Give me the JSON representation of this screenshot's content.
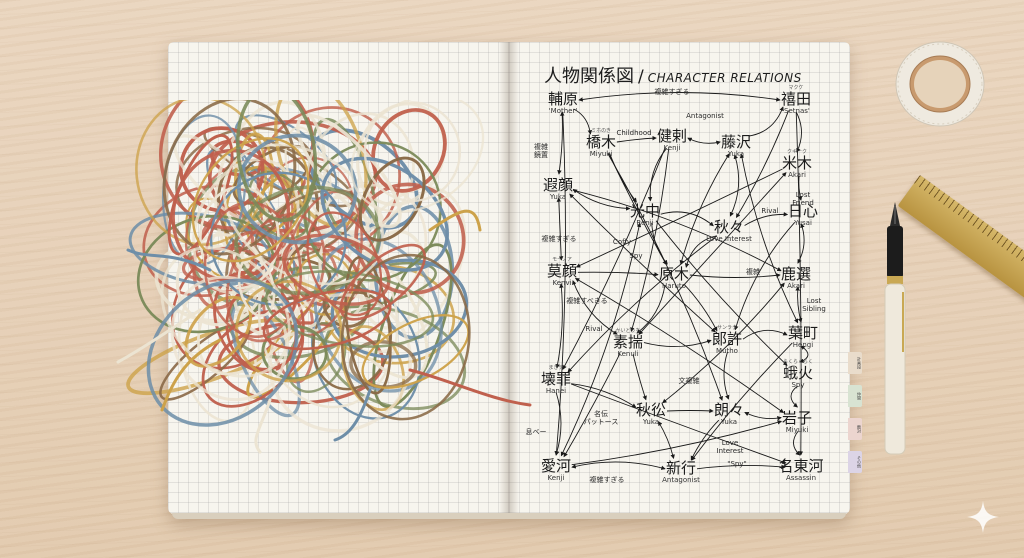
{
  "title": {
    "japanese": "人物関係図",
    "separator": "/",
    "english": "CHARACTER RELATIONS"
  },
  "nodes": [
    {
      "id": "n1",
      "kanji": "輔原",
      "roman": "'Mother'",
      "ruby": ""
    },
    {
      "id": "n2",
      "kanji": "橋木",
      "roman": "Miyuki",
      "ruby": "ミホのき"
    },
    {
      "id": "n3",
      "kanji": "健剌",
      "roman": "Kenji",
      "ruby": ""
    },
    {
      "id": "n4",
      "kanji": "藤沢",
      "roman": "Yuka",
      "ruby": ""
    },
    {
      "id": "n5",
      "kanji": "禧田",
      "roman": "'Setnas'",
      "ruby": "マクケ"
    },
    {
      "id": "n6",
      "kanji": "米木",
      "roman": "Akari",
      "ruby": "クキーク"
    },
    {
      "id": "n7",
      "kanji": "遐顔",
      "roman": "Yuka",
      "ruby": ""
    },
    {
      "id": "n8",
      "kanji": "光中",
      "roman": "Renji",
      "ruby": ""
    },
    {
      "id": "n9",
      "kanji": "秋々",
      "roman": "Love Interest",
      "ruby": ""
    },
    {
      "id": "n10",
      "kanji": "日心",
      "roman": "Yusai",
      "ruby": ""
    },
    {
      "id": "n11",
      "kanji": "莫顔",
      "roman": "Kenvi",
      "ruby": "モーノア"
    },
    {
      "id": "n12",
      "kanji": "原木",
      "roman": "Haruto",
      "ruby": ""
    },
    {
      "id": "n13",
      "kanji": "鹿選",
      "roman": "Akari",
      "ruby": ""
    },
    {
      "id": "n14",
      "kanji": "素揣",
      "roman": "Kenuli",
      "ruby": "かいとうち"
    },
    {
      "id": "n15",
      "kanji": "郞許",
      "roman": "Mutho",
      "ruby": "サンラク"
    },
    {
      "id": "n16",
      "kanji": "葉町",
      "roman": "Hengi",
      "ruby": ""
    },
    {
      "id": "n17",
      "kanji": "壊罪",
      "roman": "Hanei",
      "ruby": "まきデ"
    },
    {
      "id": "n18",
      "kanji": "蛾火",
      "roman": "Spy",
      "ruby": "らくらくらく"
    },
    {
      "id": "n19",
      "kanji": "秋彸",
      "roman": "Yuka",
      "ruby": ""
    },
    {
      "id": "n20",
      "kanji": "朗々",
      "roman": "Yuka",
      "ruby": ""
    },
    {
      "id": "n21",
      "kanji": "岩子",
      "roman": "Miyuki",
      "ruby": ""
    },
    {
      "id": "n22",
      "kanji": "愛河",
      "roman": "Kenji",
      "ruby": ""
    },
    {
      "id": "n23",
      "kanji": "新行",
      "roman": "Antagonist",
      "ruby": ""
    },
    {
      "id": "n24",
      "kanji": "名東河",
      "roman": "Assassin",
      "ruby": ""
    }
  ],
  "edge_labels": [
    "複雑すぎる",
    "Antagonist",
    "Childhood",
    "複雑\n鏡置",
    "Rival",
    "Lost\nFriend",
    "Coffy",
    "Spy",
    "複雑すぎる",
    "複雑",
    "Lost\nSibling",
    "複雑すべきる",
    "Rival",
    "文複雑",
    "名伝\nパットース",
    "Love\nInterest",
    "\"Spy\"",
    "息ベー",
    "複雑すぎる"
  ],
  "tabs": [
    "計画段",
    "仲間",
    "敵対",
    "その他"
  ],
  "colors": {
    "paper": "#f7f5ee",
    "ink": "#1a1a1a",
    "desk": "#e6d0b7",
    "tape": "#f2efe8",
    "ruler": "#c9a853",
    "pen_body": "#efe9dc",
    "yarn_red": "#c0604d",
    "yarn_blue": "#6e8ea8",
    "yarn_green": "#7b8a5a",
    "yarn_mustard": "#cda24a",
    "yarn_cream": "#ece4d2",
    "yarn_brown": "#8a6a47"
  },
  "icons": {
    "sparkle": "sparkle-icon",
    "tape": "washi-tape-roll",
    "pen": "fountain-pen",
    "ruler": "brass-ruler",
    "yarn": "tangled-yarn"
  }
}
